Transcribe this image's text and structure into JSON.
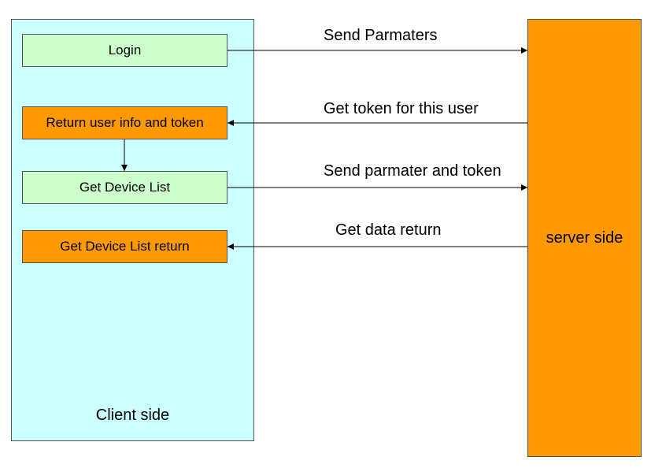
{
  "client": {
    "label": "Client side",
    "boxes": {
      "login": "Login",
      "return_token": "Return user info and token",
      "device_list": "Get Device List",
      "device_list_return": "Get Device List return"
    }
  },
  "server": {
    "label": "server side"
  },
  "messages": {
    "send_params": "Send Parmaters",
    "get_token": "Get token for this user",
    "send_param_token": "Send parmater and token",
    "get_data": "Get data return"
  },
  "colors": {
    "client_bg": "#ccffff",
    "server_bg": "#ff9900",
    "green_box": "#ccffcc",
    "orange_box": "#ff9900"
  }
}
